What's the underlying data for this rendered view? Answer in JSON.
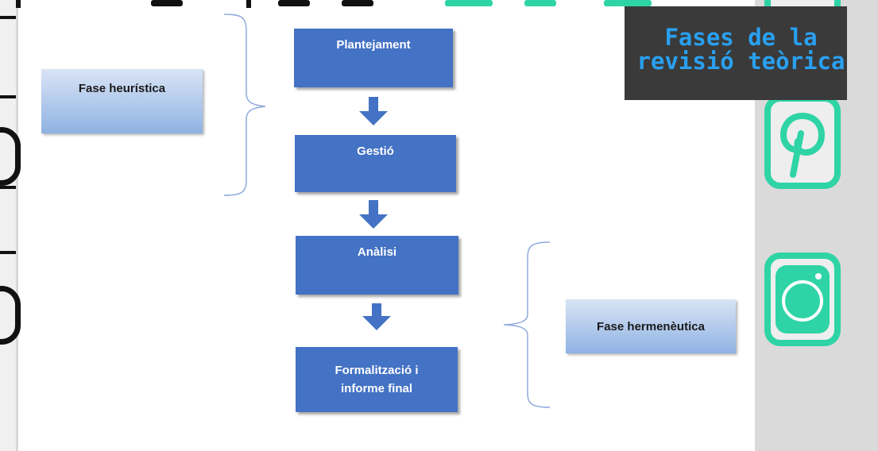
{
  "title": "Fases de la revisió teòrica",
  "diagram": {
    "steps": [
      "Plantejament",
      "Gestió",
      "Anàlisi",
      "Formalització i informe final"
    ],
    "phases": [
      "Fase heurística",
      "Fase hermenèutica"
    ]
  },
  "icons": [
    "pinterest-icon",
    "instagram-icon"
  ],
  "colors": {
    "step_fill": "#4472c4",
    "phase_fill_light": "#d9e4f5",
    "phase_fill_dark": "#8fb2e3",
    "arrow": "#4472c4",
    "brace": "#8faadc",
    "title_text": "#29a0f0",
    "title_bg": "#3a3a3a",
    "social_accent": "#2fd4a6"
  }
}
